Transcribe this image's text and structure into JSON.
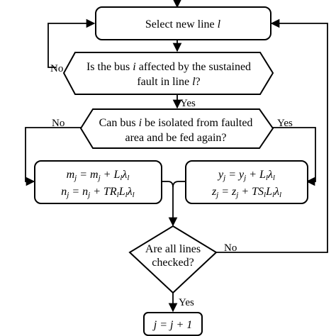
{
  "nodes": {
    "select_line": {
      "text": "Select new line ",
      "var": "l"
    },
    "bus_affected": {
      "line1_a": "Is the bus ",
      "line1_var": "i",
      "line1_b": " affected by the sustained",
      "line2_a": "fault in line ",
      "line2_var": "l",
      "line2_b": "?"
    },
    "bus_isolated": {
      "line1_a": "Can bus ",
      "line1_var": "i",
      "line1_b": " be isolated from faulted",
      "line2": "area and be fed again?"
    },
    "left_box": {
      "eq1": "m",
      "eq1_sub": "j",
      "eq1_mid": " = m",
      "eq1_sub2": "j",
      "eq1_plus": " + L",
      "eq1_sub3": "l",
      "eq1_lambda": "λ",
      "eq1_sub4": "l",
      "eq2": "n",
      "eq2_sub": "j",
      "eq2_mid": " = n",
      "eq2_sub2": "j",
      "eq2_plus": " + TR",
      "eq2_sub3": "l",
      "eq2_l": "L",
      "eq2_sub4": "l",
      "eq2_lambda": "λ",
      "eq2_sub5": "l"
    },
    "right_box": {
      "eq1": "y",
      "eq1_sub": "j",
      "eq1_mid": " = y",
      "eq1_sub2": "j",
      "eq1_plus": " + L",
      "eq1_sub3": "l",
      "eq1_lambda": "λ",
      "eq1_sub4": "l",
      "eq2": "z",
      "eq2_sub": "j",
      "eq2_mid": " = z",
      "eq2_sub2": "j",
      "eq2_plus": " + TS",
      "eq2_sub3": "l",
      "eq2_l": "L",
      "eq2_sub4": "l",
      "eq2_lambda": "λ",
      "eq2_sub5": "l"
    },
    "all_checked": {
      "line1": "Are all lines",
      "line2": "checked?"
    },
    "increment": {
      "text": "j = j + 1"
    }
  },
  "labels": {
    "no_1": "No",
    "yes_1": "Yes",
    "no_2": "No",
    "yes_2": "Yes",
    "no_3": "No",
    "yes_3": "Yes"
  },
  "colors": {
    "stroke": "#000000",
    "fill": "#ffffff"
  }
}
